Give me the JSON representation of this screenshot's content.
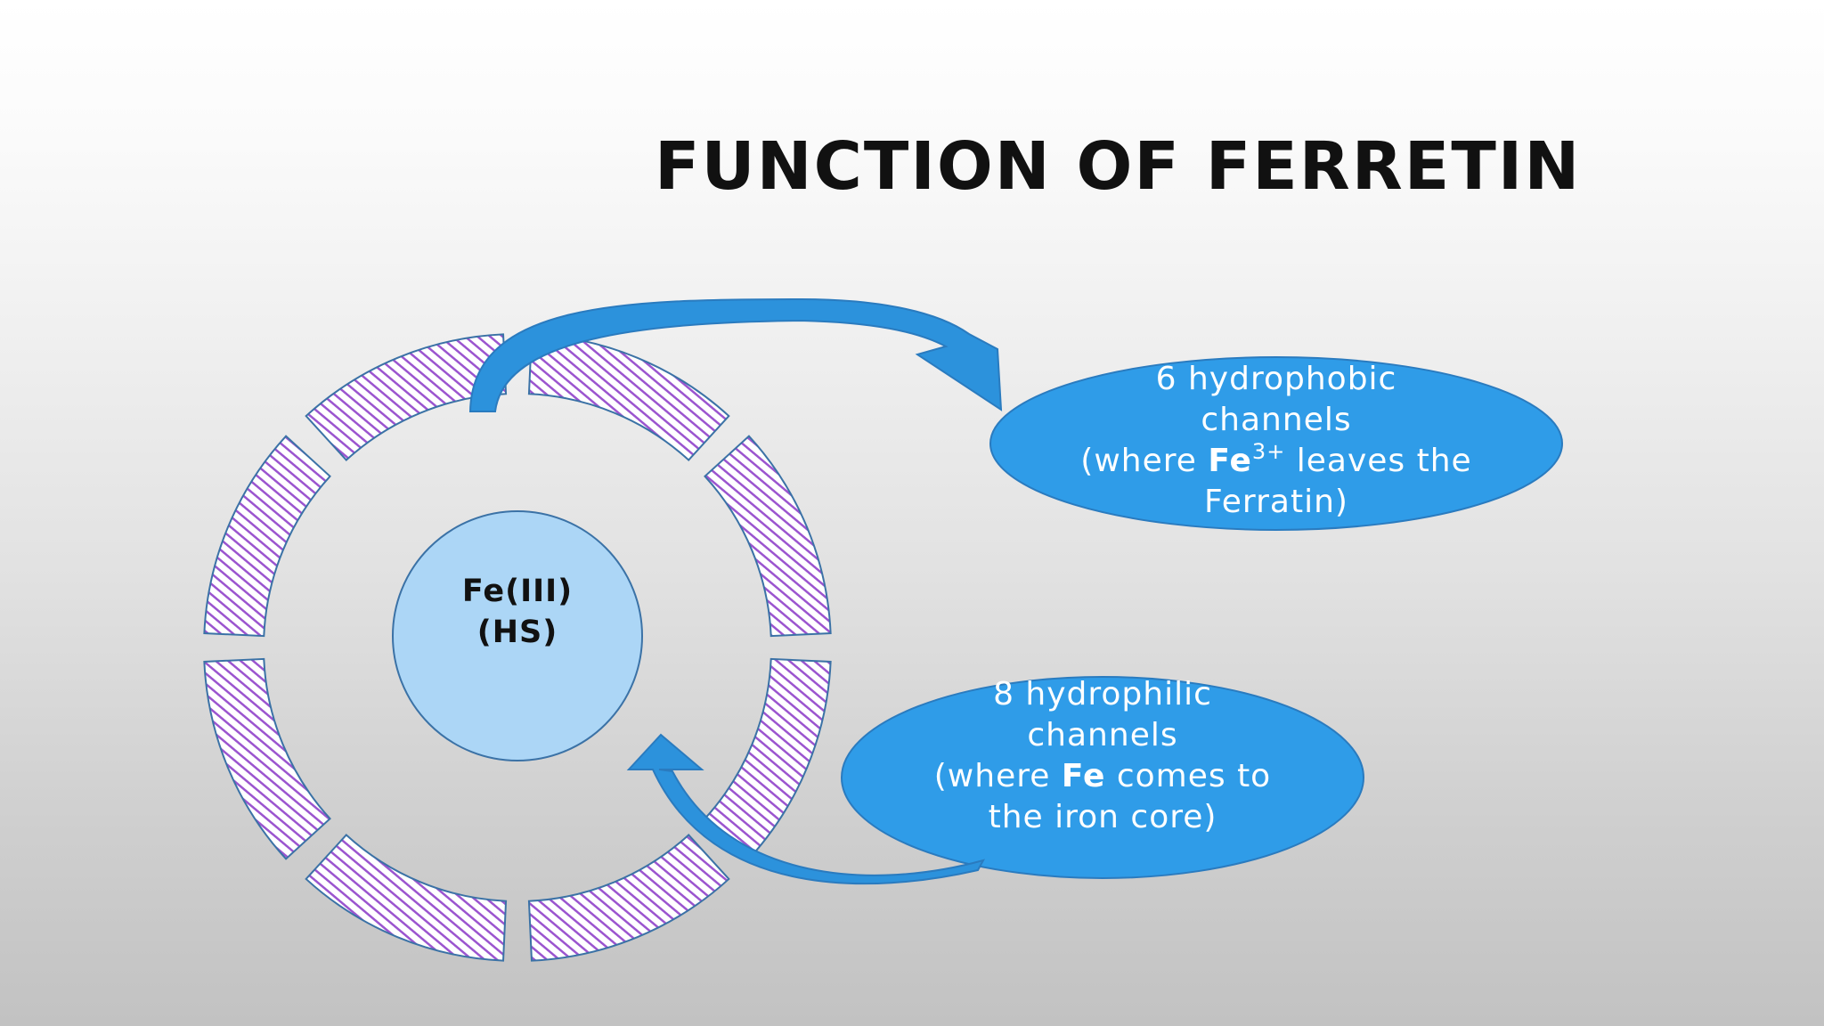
{
  "title": "FUNCTION OF FERRETIN",
  "core": {
    "line1": "Fe(III)",
    "line2": "(HS)"
  },
  "hydrophobic": {
    "line1": "6 hydrophobic",
    "line2": "channels",
    "line3_pre": "(where ",
    "line3_bold": "Fe",
    "line3_sup": "3+",
    "line3_post": " leaves the",
    "line4": "Ferratin)"
  },
  "hydrophilic": {
    "line1": "8 hydrophilic",
    "line2": "channels",
    "line3_pre": "(where ",
    "line3_bold": "Fe",
    "line3_post": " comes to",
    "line4": "the iron core)"
  },
  "colors": {
    "ring_fill": "#ffffff",
    "ring_hatch": "#9b55cf",
    "ring_stroke": "#3b72a6",
    "core_fill": "#acd6f6",
    "core_stroke": "#3b72a6",
    "ellipse_fill": "#2f9ce8",
    "arrow_fill": "#2c92dc",
    "arrow_stroke": "#2a7bbf"
  },
  "icons": {
    "exit_arrow": "curved-arrow-right",
    "entry_arrow": "curved-arrow-up"
  }
}
